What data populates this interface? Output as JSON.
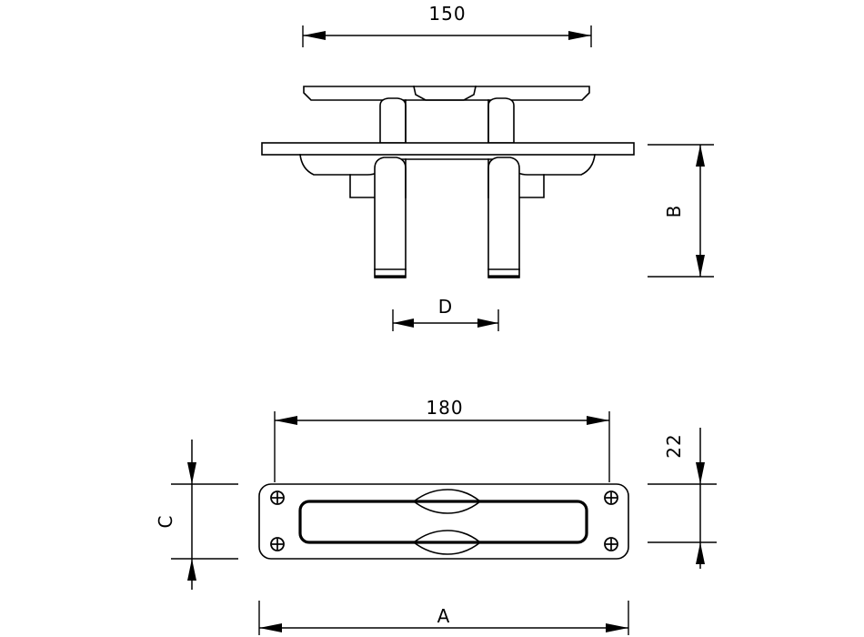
{
  "document": {
    "type": "engineering-drawing",
    "title": "Pull handle dimensional drawing",
    "background_color": "#ffffff",
    "line_color": "#000000",
    "views": [
      {
        "name": "elevation-section-view",
        "position": "top"
      },
      {
        "name": "plan-view",
        "position": "bottom"
      }
    ]
  },
  "dimensions": {
    "top_width": {
      "label": "150",
      "orientation": "horizontal",
      "view": "elevation-section-view",
      "description": "handle bar overall length"
    },
    "height_b": {
      "label": "B",
      "orientation": "vertical",
      "view": "elevation-section-view",
      "description": "stud projection height below plate"
    },
    "stud_spacing_d": {
      "label": "D",
      "orientation": "horizontal",
      "view": "elevation-section-view",
      "description": "centre distance between studs"
    },
    "plate_width": {
      "label": "180",
      "orientation": "horizontal",
      "view": "plan-view",
      "description": "inner slot overall length"
    },
    "plate_height_c": {
      "label": "C",
      "orientation": "vertical",
      "view": "plan-view",
      "description": "backplate overall height"
    },
    "edge_offset": {
      "label": "22",
      "orientation": "vertical",
      "view": "plan-view",
      "description": "edge to slot offset"
    },
    "plate_length_a": {
      "label": "A",
      "orientation": "horizontal",
      "view": "plan-view",
      "description": "backplate overall length"
    }
  },
  "features": {
    "screws": [
      {
        "name": "screw-top-left"
      },
      {
        "name": "screw-bottom-left"
      },
      {
        "name": "screw-top-right"
      },
      {
        "name": "screw-bottom-right"
      }
    ],
    "studs": [
      {
        "name": "stud-left"
      },
      {
        "name": "stud-right"
      }
    ],
    "lenses": [
      {
        "name": "lens-upper"
      },
      {
        "name": "lens-lower"
      }
    ]
  }
}
